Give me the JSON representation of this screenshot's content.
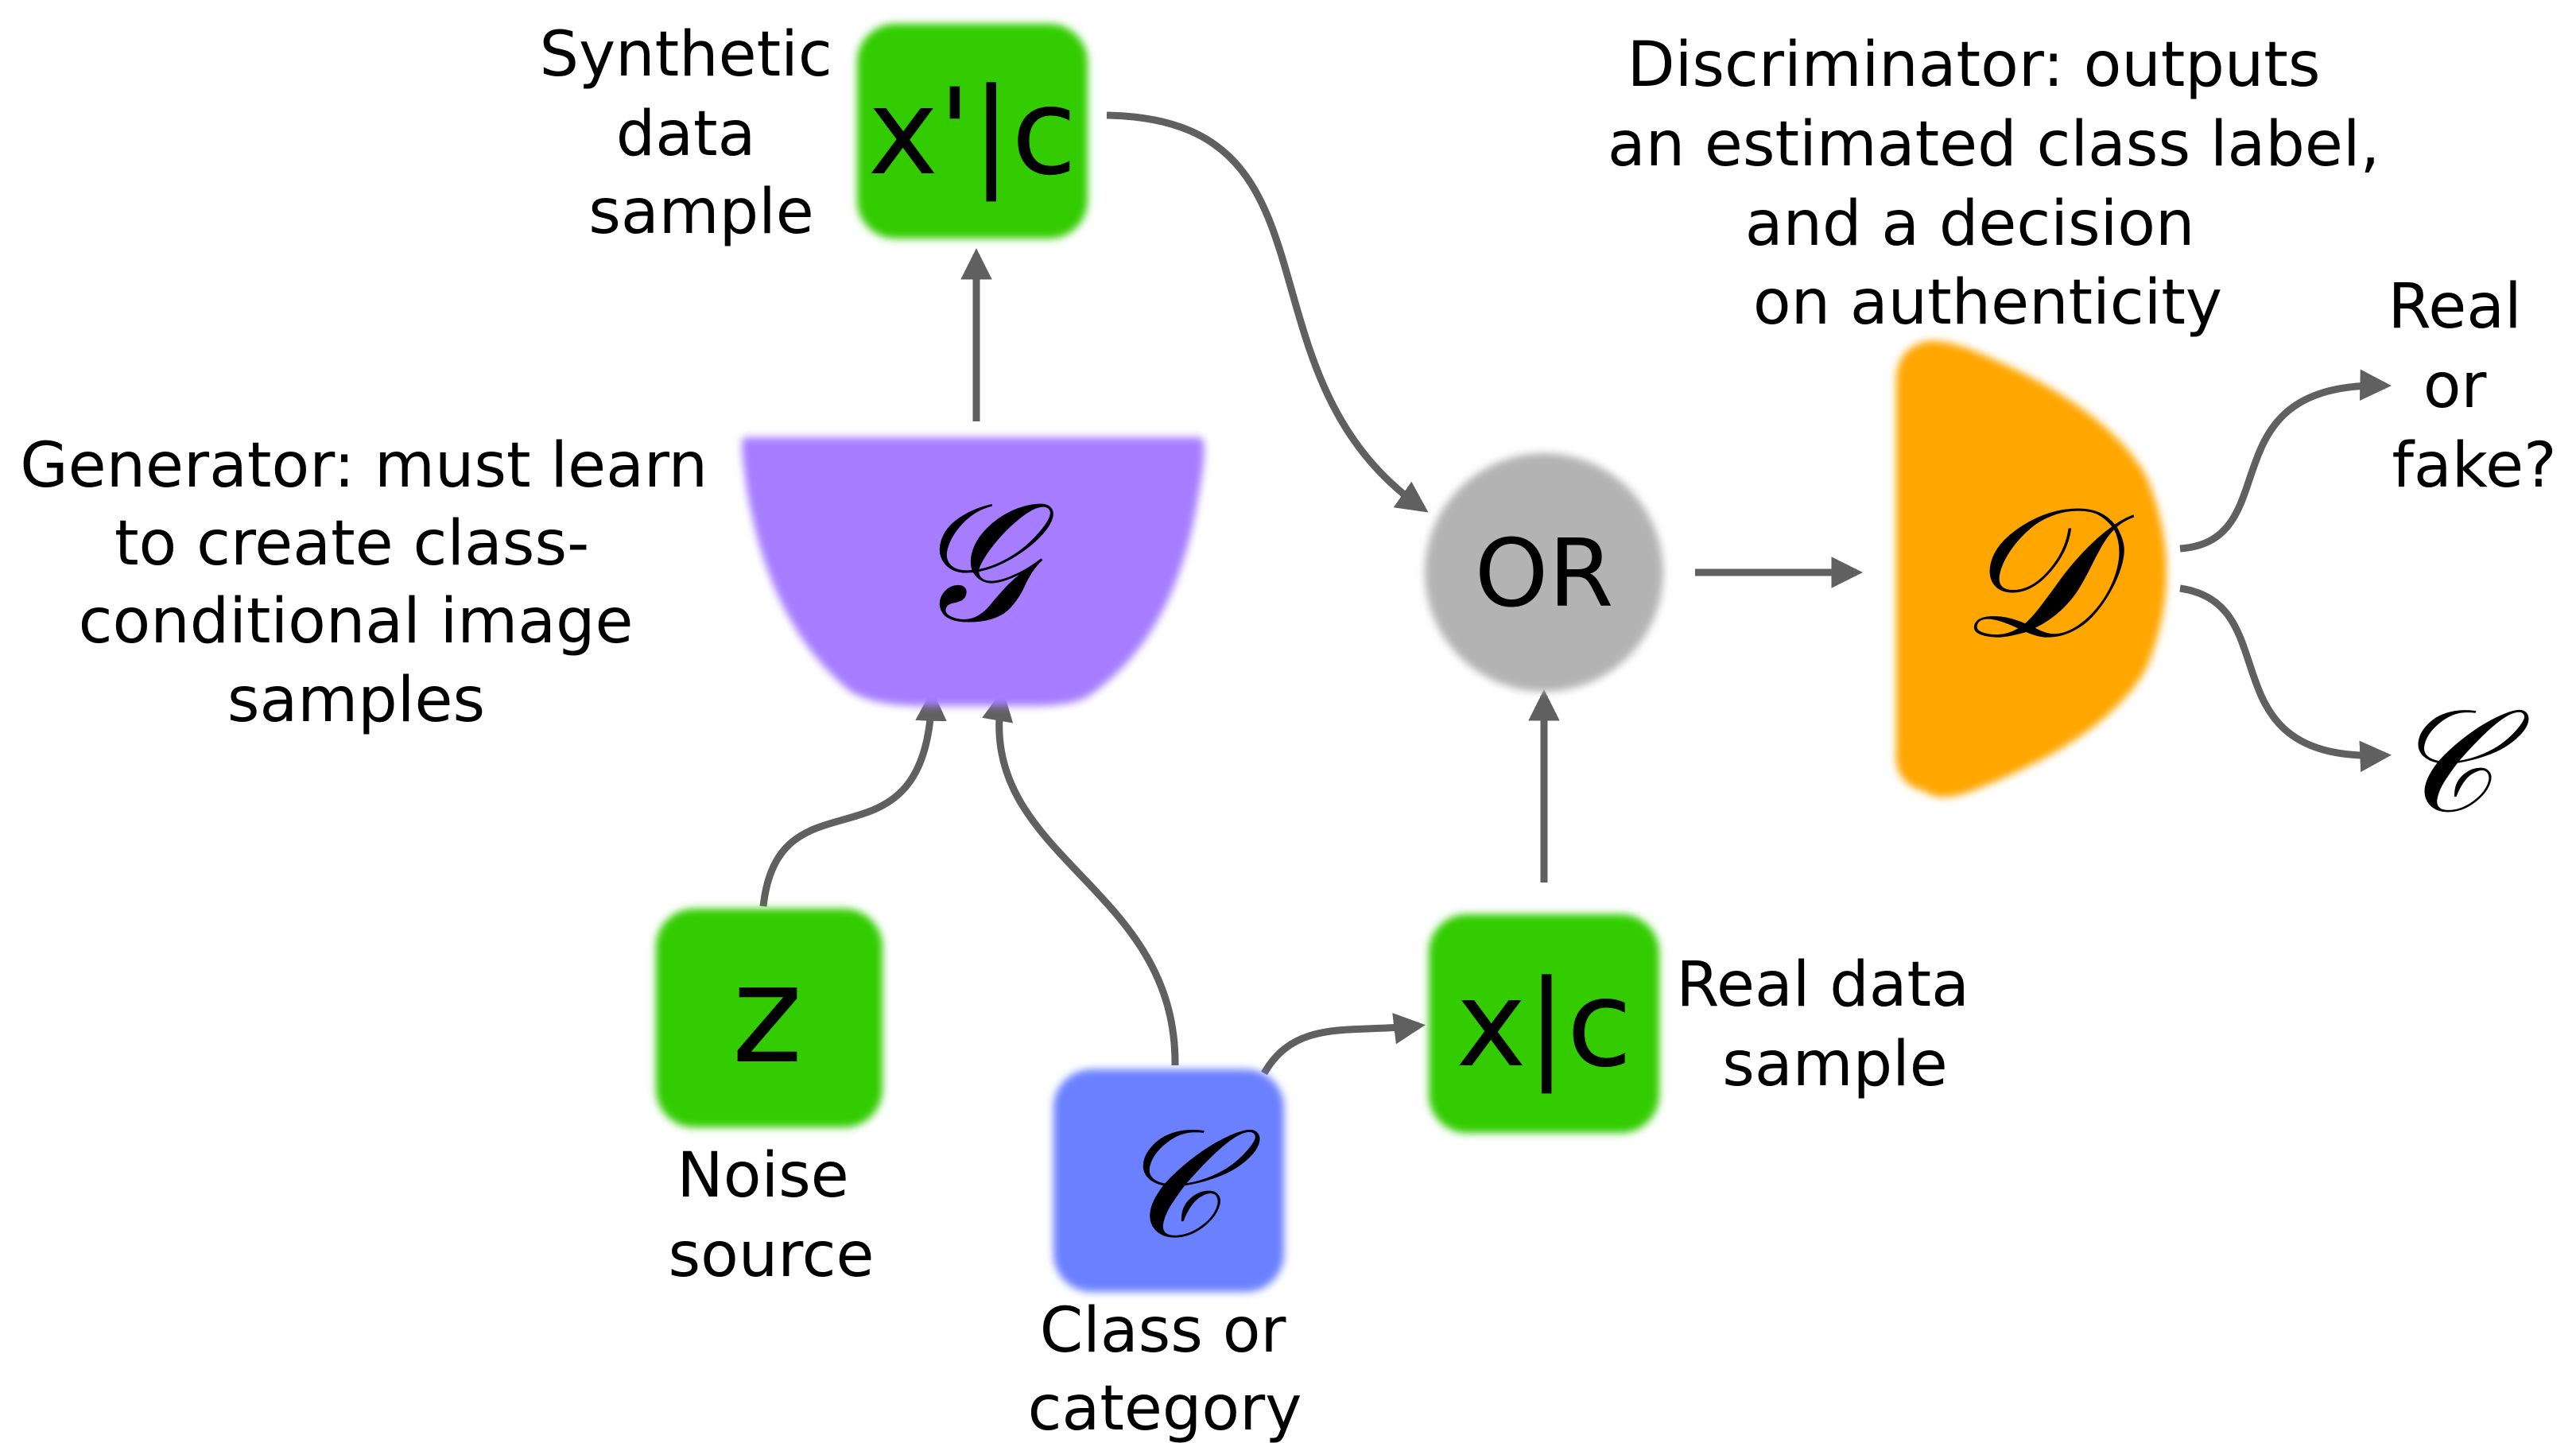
{
  "colors": {
    "data_box": "#33cc00",
    "class_box": "#6b80ff",
    "generator": "#a67dff",
    "or_node": "#b3b3b3",
    "discriminator": "#ffa600",
    "arrow": "#606060",
    "text": "#000000"
  },
  "nodes": {
    "synthetic": {
      "text": "x'|c",
      "label": [
        "Synthetic",
        "data",
        "sample"
      ]
    },
    "generator": {
      "symbol": "𝒢",
      "label": [
        "Generator: must learn",
        "to create class-",
        "conditional image",
        "samples"
      ]
    },
    "noise": {
      "text": "z",
      "label": [
        "Noise",
        "source"
      ]
    },
    "class": {
      "symbol": "𝒞",
      "label": [
        "Class or",
        "category"
      ]
    },
    "real": {
      "text": "x|c",
      "label": [
        "Real data",
        "sample"
      ]
    },
    "or": {
      "text": "OR"
    },
    "discriminator": {
      "symbol": "𝒟",
      "label": [
        "Discriminator: outputs",
        "an estimated class label,",
        "and a decision",
        "on authenticity"
      ]
    },
    "output_real_fake": {
      "label": [
        "Real",
        "or",
        "fake?"
      ]
    },
    "output_class": {
      "symbol": "𝒞"
    }
  }
}
